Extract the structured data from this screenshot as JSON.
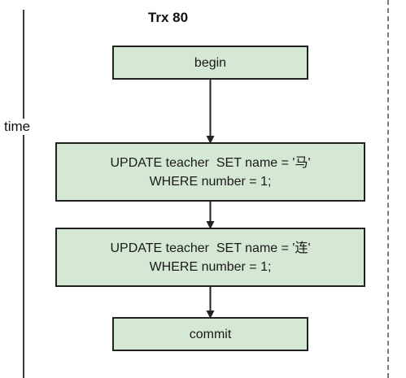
{
  "axis": {
    "label": "time"
  },
  "transaction": {
    "title": "Trx 80",
    "steps": [
      {
        "line1": "begin",
        "line2": ""
      },
      {
        "line1": "UPDATE teacher  SET name = '马'",
        "line2": "WHERE number = 1;"
      },
      {
        "line1": "UPDATE teacher  SET name = '连'",
        "line2": "WHERE number = 1;"
      },
      {
        "line1": "commit",
        "line2": ""
      }
    ]
  },
  "colors": {
    "box_fill": "#d5e8d4",
    "box_border": "#222222",
    "arrow": "#222222"
  }
}
